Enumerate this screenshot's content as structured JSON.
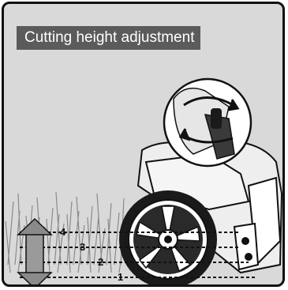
{
  "title": "Cutting height adjustment",
  "height_levels": [
    "4",
    "3",
    "2",
    "1"
  ],
  "icons": {
    "arrow": "up-down-arrow-icon",
    "wheel": "wheel-icon",
    "lever": "height-lever-icon",
    "rotation": "rotate-arrow-icon"
  },
  "colors": {
    "title_bg": "#5b5b5b",
    "background": "#d9d9d9",
    "ink": "#111111"
  }
}
